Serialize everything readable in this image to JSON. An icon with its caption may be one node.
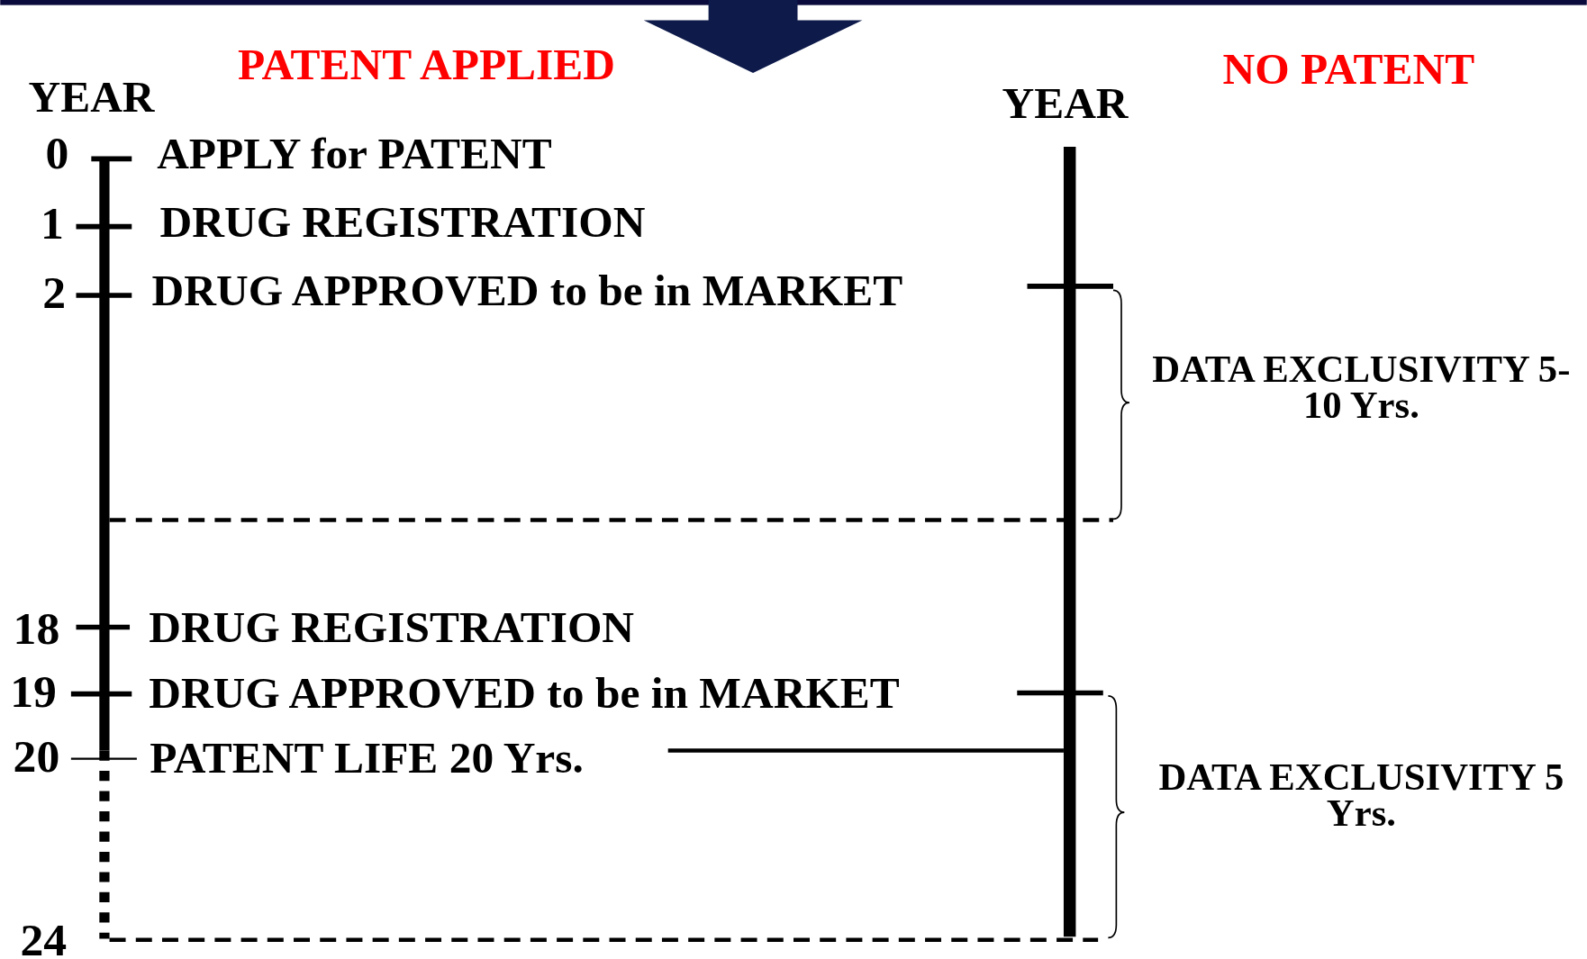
{
  "diagram": {
    "labels": [
      "PATENT APPLIED",
      "YEAR",
      "NO PATENT",
      "YEAR",
      "0",
      "APPLY for PATENT",
      "1",
      "DRUG REGISTRATION",
      "2",
      "DRUG APPROVED to be in MARKET",
      "DATA EXCLUSIVITY 5-10 Yrs.",
      "18",
      "DRUG REGISTRATION",
      "19",
      "DRUG APPROVED to be in MARKET",
      "20",
      "PATENT LIFE 20 Yrs.",
      "DATA EXCLUSIVITY 5 Yrs.",
      "24"
    ]
  }
}
